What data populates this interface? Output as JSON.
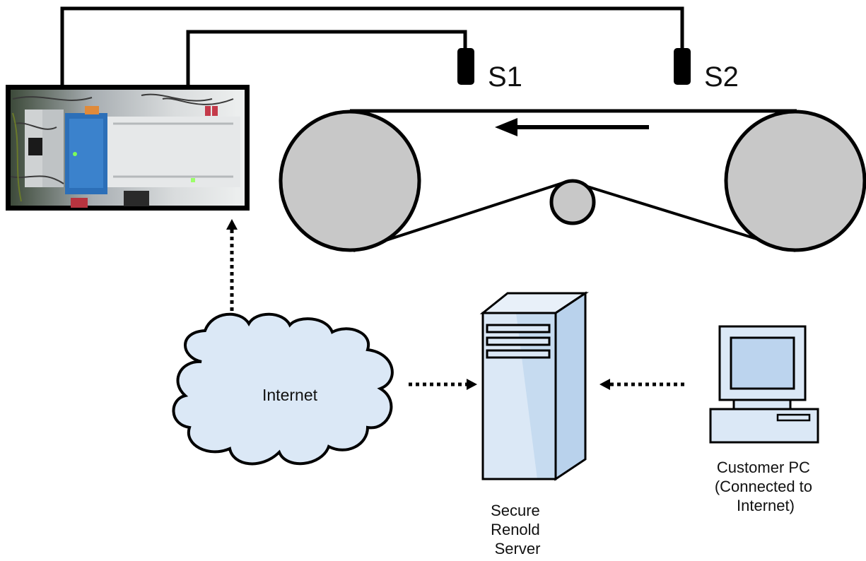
{
  "sensors": [
    {
      "label": "S1"
    },
    {
      "label": "S2"
    }
  ],
  "cloud": {
    "label": "Internet"
  },
  "server": {
    "lines": [
      "Secure",
      "Renold",
      "Server"
    ]
  },
  "pc": {
    "lines": [
      "Customer PC",
      "(Connected to",
      "Internet)"
    ]
  },
  "colors": {
    "pulley": "#c8c8c8",
    "cloud_fill": "#dbe8f6",
    "server_fill": "#dbe8f6",
    "pc_fill": "#dbe8f6",
    "line": "#000000"
  },
  "controller": {
    "icon": "controller-panel-photo-icon"
  }
}
